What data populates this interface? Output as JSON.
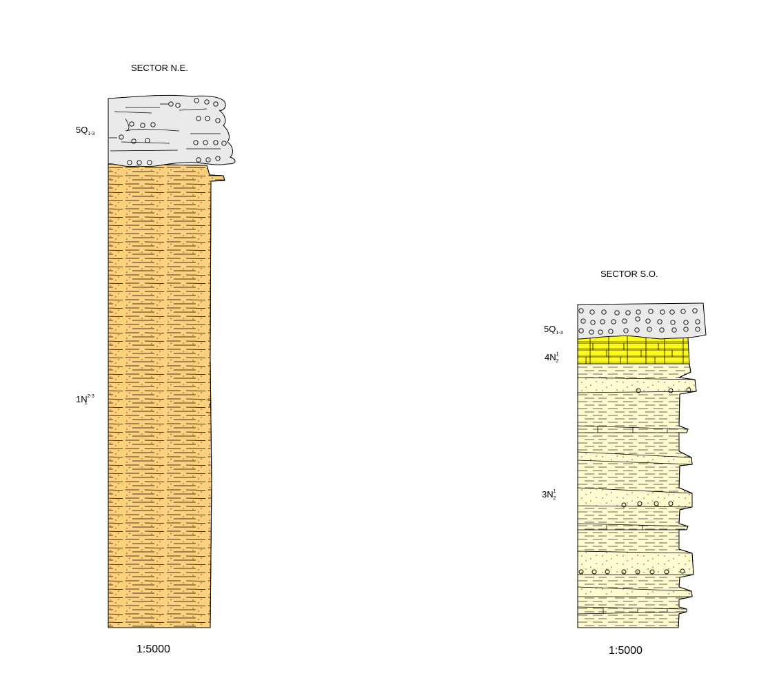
{
  "columns": [
    {
      "title": "SECTOR N.E.",
      "scale": "1:5000",
      "units": [
        {
          "main": "5Q",
          "sup": "",
          "sub": "1-3",
          "lithology": "conglomerate-gravel"
        },
        {
          "main": "1N",
          "sup": "2-3",
          "sub": "1",
          "lithology": "sandstone-siltstone"
        }
      ]
    },
    {
      "title": "SECTOR S.O.",
      "scale": "1:5000",
      "units": [
        {
          "main": "5Q",
          "sup": "",
          "sub": "1-3",
          "lithology": "conglomerate-gravel"
        },
        {
          "main": "4N",
          "sup": "1",
          "sub": "2",
          "lithology": "limestone"
        },
        {
          "main": "3N",
          "sup": "1",
          "sub": "2",
          "lithology": "marl-sandstone"
        }
      ]
    }
  ],
  "colors": {
    "gravel_fill": "#eaeaeb",
    "sandstone_fill": "#fdd07e",
    "limestone_fill": "#fffa1e",
    "marl_fill": "#fff9cf",
    "line": "#000000"
  }
}
